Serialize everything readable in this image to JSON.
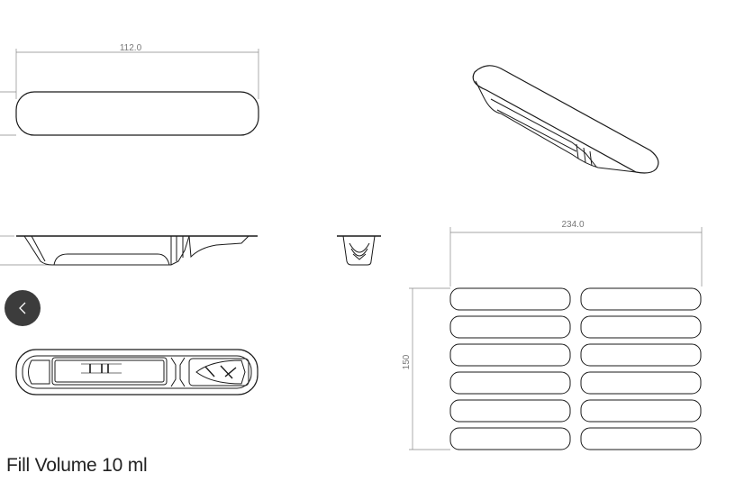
{
  "drawing": {
    "length_dimension": "112.0",
    "tray_width_dimension": "234.0",
    "tray_height_dimension": "150"
  },
  "carousel": {
    "prev_icon": "chevron-left-icon"
  },
  "caption": "Fill Volume 10 ml",
  "colors": {
    "button_bg": "#3c3c3c",
    "line": "#1a1a1a"
  }
}
